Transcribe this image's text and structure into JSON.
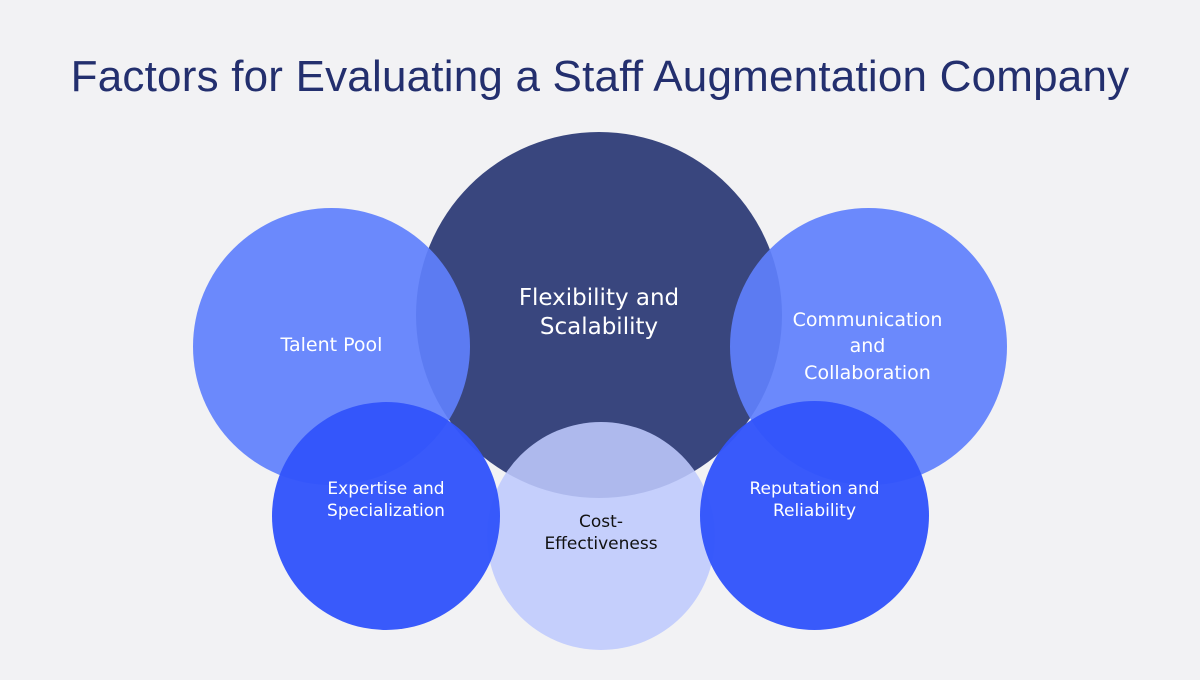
{
  "title": "Factors for Evaluating a Staff Augmentation Company",
  "colors": {
    "background": "#F2F2F4",
    "title": "#232F6E",
    "center_circle": "#39467E",
    "upper_side_circles": "#6A88FB",
    "lower_side_circles": "#3A5BFA",
    "bottom_circle": "#C3CDFB"
  },
  "factors": [
    {
      "id": "flexibility",
      "label": "Flexibility and\nScalability",
      "position": "center"
    },
    {
      "id": "talent",
      "label": "Talent Pool",
      "position": "upper-left"
    },
    {
      "id": "communication",
      "label": "Communication\nand\nCollaboration",
      "position": "upper-right"
    },
    {
      "id": "expertise",
      "label": "Expertise and\nSpecialization",
      "position": "lower-left"
    },
    {
      "id": "cost",
      "label": "Cost-\nEffectiveness",
      "position": "bottom-center"
    },
    {
      "id": "reputation",
      "label": "Reputation and\nReliability",
      "position": "lower-right"
    }
  ]
}
